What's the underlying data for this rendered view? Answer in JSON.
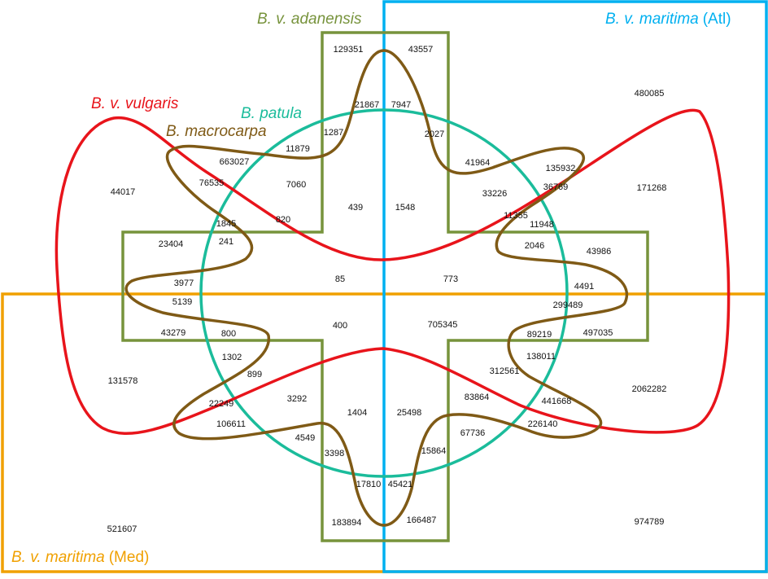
{
  "sets": {
    "adanensis": {
      "label": "B. v. adanensis",
      "color": "#77933C"
    },
    "atlantic": {
      "label_species": "B. v. maritima",
      "label_suffix": "(Atl)",
      "color": "#00B0F0"
    },
    "vulgaris": {
      "label": "B. v. vulgaris",
      "color": "#E8141B"
    },
    "patula": {
      "label": "B. patula",
      "color": "#1BBC9B"
    },
    "macrocarpa": {
      "label": "B. macrocarpa",
      "color": "#7F5A16"
    },
    "mediterranean": {
      "label_species": "B. v. maritima",
      "label_suffix": "(Med)",
      "color": "#F0A000"
    }
  },
  "region_counts": [
    "129351",
    "43557",
    "21867",
    "7947",
    "1287",
    "2027",
    "11879",
    "480085",
    "663027",
    "41964",
    "135932",
    "76535",
    "7060",
    "33226",
    "36769",
    "44017",
    "171268",
    "439",
    "1548",
    "11355",
    "1845",
    "820",
    "11948",
    "23404",
    "241",
    "2046",
    "43986",
    "85",
    "773",
    "3977",
    "4491",
    "5139",
    "299489",
    "400",
    "705345",
    "43279",
    "800",
    "89219",
    "497035",
    "138011",
    "1302",
    "312561",
    "899",
    "131578",
    "2062282",
    "3292",
    "83864",
    "22249",
    "441668",
    "1404",
    "25498",
    "106611",
    "226140",
    "67736",
    "4549",
    "3398",
    "15864",
    "17810",
    "45421",
    "521607",
    "974789",
    "183894",
    "166487"
  ]
}
